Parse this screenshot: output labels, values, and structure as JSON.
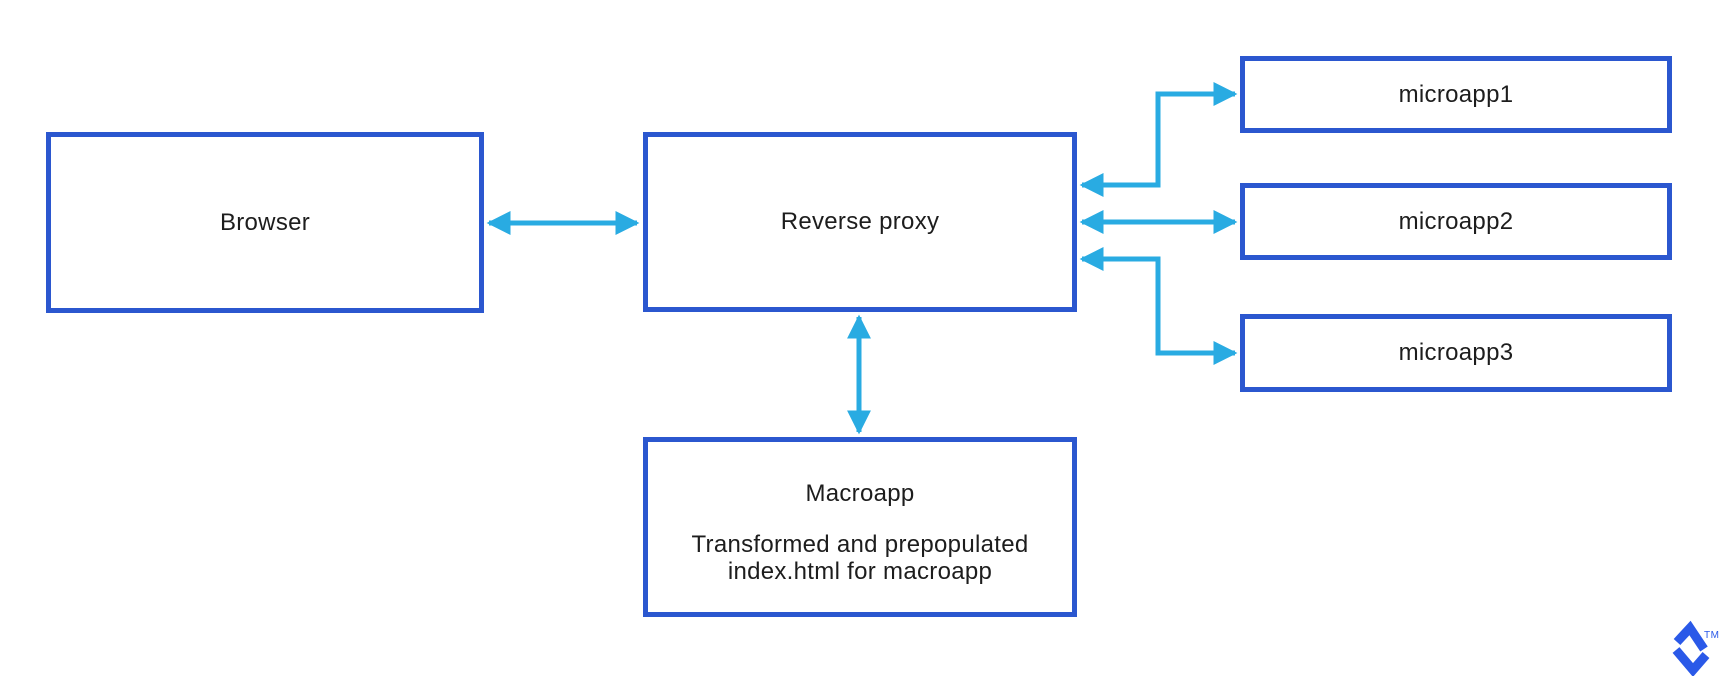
{
  "diagram": {
    "nodes": {
      "browser": {
        "label": "Browser"
      },
      "reverse_proxy": {
        "label": "Reverse proxy"
      },
      "microapp1": {
        "label": "microapp1"
      },
      "microapp2": {
        "label": "microapp2"
      },
      "microapp3": {
        "label": "microapp3"
      },
      "macroapp": {
        "title": "Macroapp",
        "description": "Transformed and prepopulated index.html for macroapp"
      }
    },
    "edges": [
      {
        "from": "browser",
        "to": "reverse_proxy",
        "direction": "bidirectional",
        "style": "straight-horizontal"
      },
      {
        "from": "reverse_proxy",
        "to": "microapp1",
        "direction": "bidirectional",
        "style": "elbow-up"
      },
      {
        "from": "reverse_proxy",
        "to": "microapp2",
        "direction": "bidirectional",
        "style": "straight-horizontal"
      },
      {
        "from": "reverse_proxy",
        "to": "microapp3",
        "direction": "bidirectional",
        "style": "elbow-down"
      },
      {
        "from": "reverse_proxy",
        "to": "macroapp",
        "direction": "bidirectional",
        "style": "straight-vertical"
      }
    ],
    "colors": {
      "background": "#ffffff",
      "node_border": "#2b57cf",
      "node_fill": "#ffffff",
      "arrow": "#29abe2",
      "text": "#1d1d1d",
      "logo": "#2a59e8"
    }
  },
  "branding": {
    "trademark": "TM"
  }
}
